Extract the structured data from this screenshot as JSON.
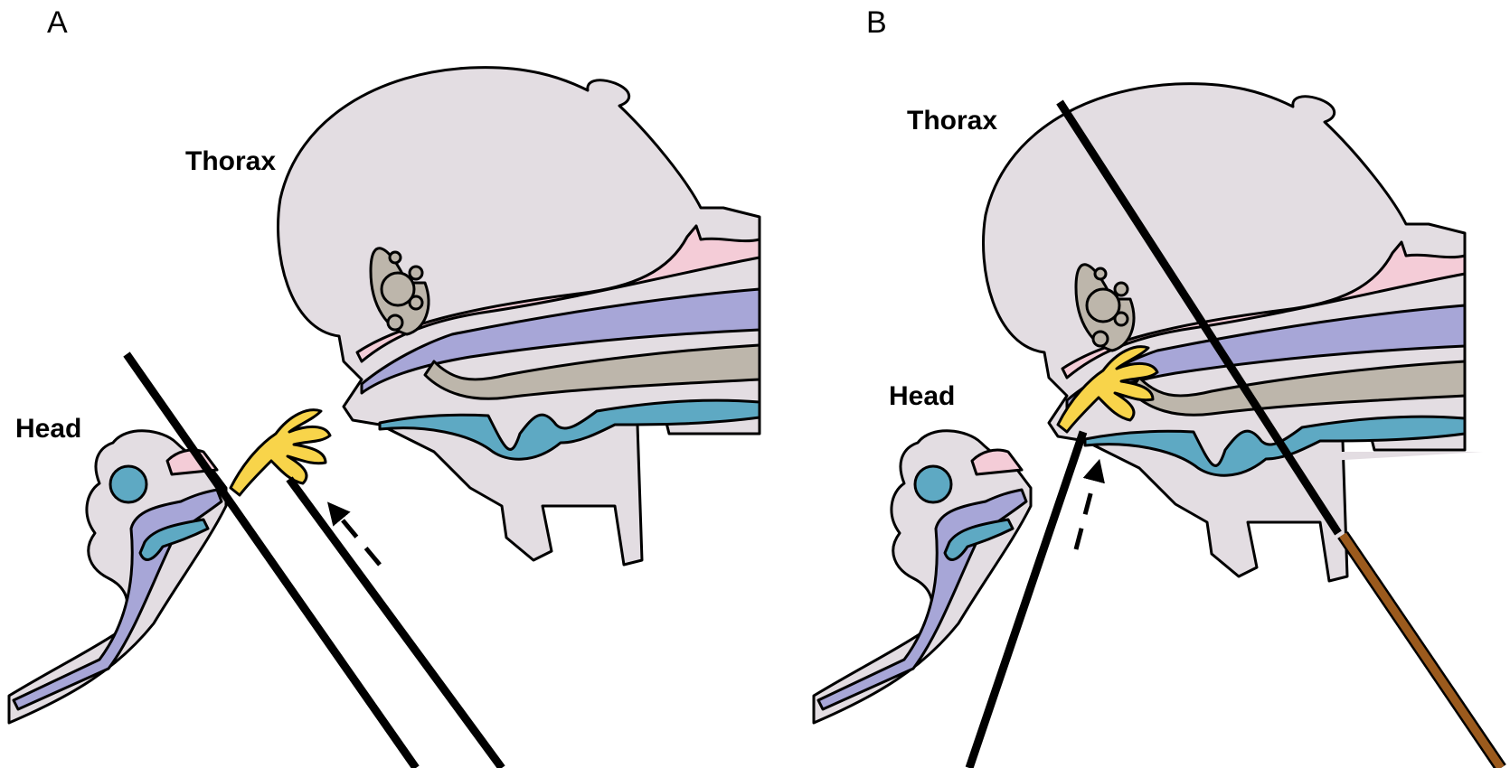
{
  "figure": {
    "panels": [
      {
        "id": "A",
        "letter": "A",
        "thorax_label": "Thorax",
        "head_label": "Head"
      },
      {
        "id": "B",
        "letter": "B",
        "thorax_label": "Thorax",
        "head_label": "Head"
      }
    ]
  },
  "colors": {
    "tissue": "#e3dde2",
    "pink": "#f4ccd7",
    "purple": "#a7a6d7",
    "taupe": "#bdb6ab",
    "blue": "#5ea9c3",
    "gland": "#f8d44a",
    "pin": "#9b5a1d",
    "outline": "#000000"
  },
  "icons": {
    "blade": "straight-razor-blade",
    "arrow": "dashed-arrow-up-left",
    "pin": "dissection-pin"
  }
}
